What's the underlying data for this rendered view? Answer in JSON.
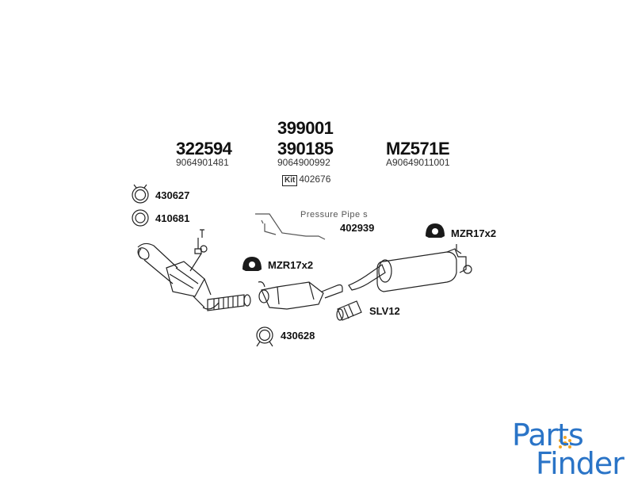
{
  "headers": {
    "col1": {
      "code": "322594",
      "oem": "9064901481"
    },
    "col2": {
      "code_top": "399001",
      "code": "390185",
      "oem": "9064900992",
      "kit_badge": "Kit",
      "kit_number": "402676"
    },
    "col3": {
      "code": "MZ571E",
      "oem": "A90649011001"
    }
  },
  "parts": {
    "clamp_430627": "430627",
    "ring_410681": "410681",
    "pressure_pipes_label": "Pressure Pipe s",
    "pressure_pipes_number": "402939",
    "mount_left": "MZR17x2",
    "mount_right": "MZR17x2",
    "sleeve": "SLV12",
    "clamp_430628": "430628"
  },
  "logo": {
    "line1": "Parts",
    "line2": "Finder",
    "brand_color": "#2a74c7",
    "accent_color": "#f5a623"
  }
}
